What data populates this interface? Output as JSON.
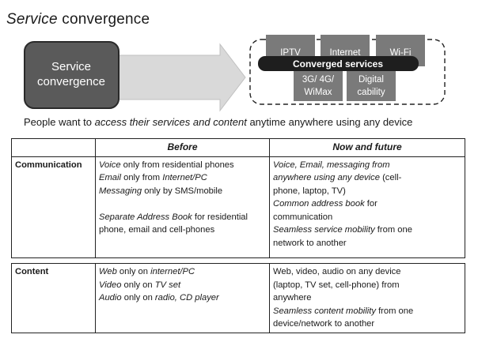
{
  "title": {
    "italic": "Service",
    "rest": " convergence"
  },
  "diagram": {
    "source_box": [
      "Service",
      "convergence"
    ],
    "services_top": [
      "IPTV",
      "Internet",
      "Wi-Fi"
    ],
    "banner": "Converged services",
    "services_bottom": [
      [
        "3G/ 4G/",
        "WiMax"
      ],
      [
        "Digital",
        "cability"
      ]
    ]
  },
  "tagline": {
    "before": "People want to ",
    "italic": "access their services and content",
    "after": " anytime anywhere using any device"
  },
  "table": {
    "headers": [
      "Before",
      "Now and future"
    ],
    "communication": {
      "label": "Communication",
      "before": [
        {
          "i": "Voice",
          "t": " only from residential phones"
        },
        {
          "i": "Email",
          "t": " only from ",
          "i2": "Internet/PC"
        },
        {
          "i": "Messaging",
          "t": " only by SMS/mobile"
        },
        {
          "i": "Separate Address Book",
          "t": " for residential"
        },
        {
          "t": "phone, email and cell-phones"
        }
      ],
      "now": [
        {
          "i": "Voice, Email, messaging from"
        },
        {
          "i": "anywhere using any device",
          "t": " (cell-"
        },
        {
          "t": "phone, laptop, TV)"
        },
        {
          "i": "Common address book",
          "t": " for"
        },
        {
          "t": "communication"
        },
        {
          "i": "Seamless service mobility",
          "t": " from one"
        },
        {
          "t": "network to another"
        }
      ]
    },
    "content": {
      "label": "Content",
      "before": [
        {
          "i": "Web",
          "t": " only on ",
          "i2": "internet/PC"
        },
        {
          "i": "Video",
          "t": " only on ",
          "i2": "TV set"
        },
        {
          "i": "Audio",
          "t": " only on ",
          "i2": "radio, CD player"
        }
      ],
      "now": [
        {
          "t": "Web, video, audio on any device"
        },
        {
          "t": "(laptop, TV set, cell-phone) from"
        },
        {
          "t": "anywhere"
        },
        {
          "i": "Seamless content mobility",
          "t": " from one"
        },
        {
          "t": "device/network to another"
        }
      ]
    }
  }
}
